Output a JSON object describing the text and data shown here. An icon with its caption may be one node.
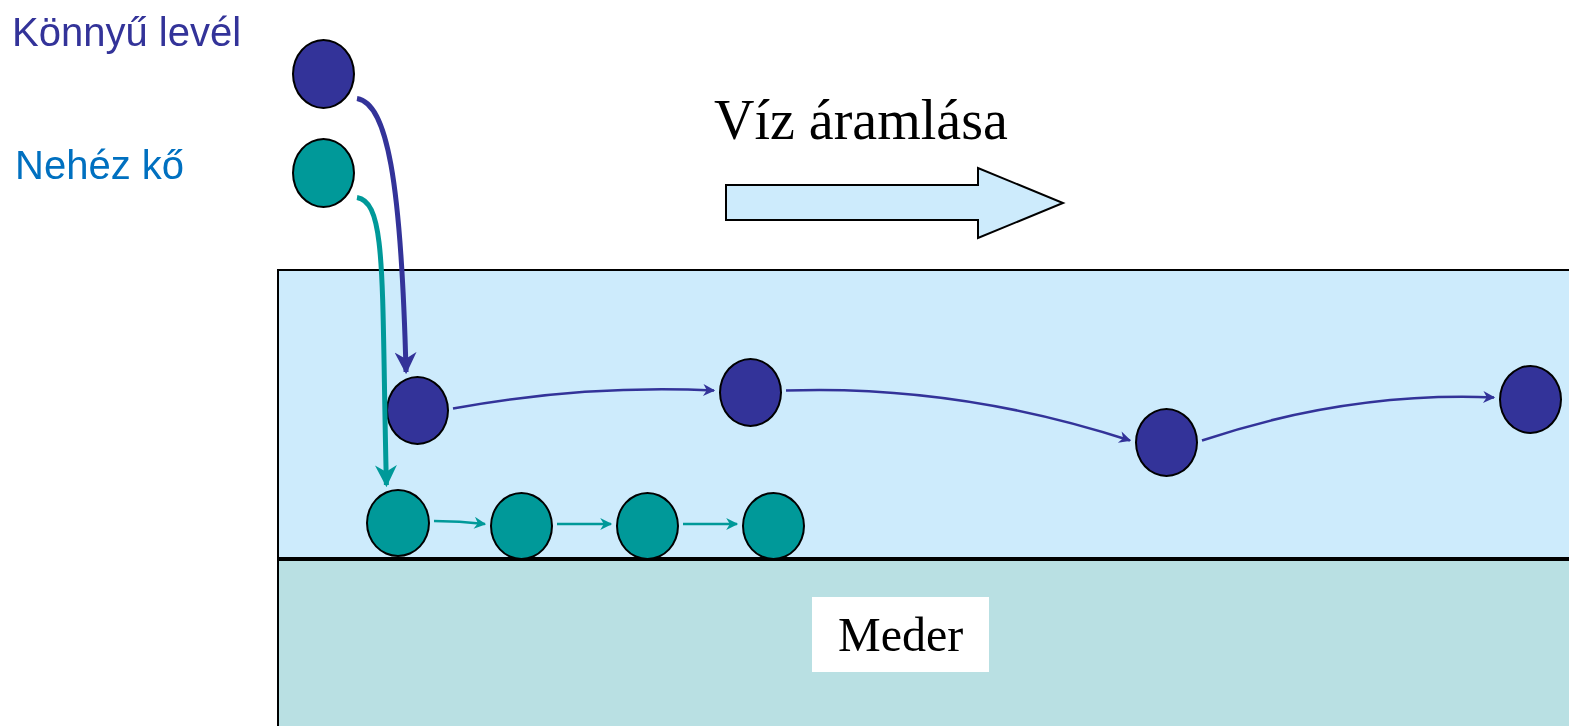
{
  "diagram": {
    "nodes": [
      {
        "text": [],
        "shape": "circle",
        "beside": [
          "Könnyű levél"
        ]
      },
      {
        "text": [],
        "shape": "circle",
        "beside": [
          "Nehéz kő"
        ]
      },
      {
        "text": [],
        "shape": "box"
      },
      {
        "text": [],
        "shape": "circle",
        "in": 2
      },
      {
        "text": [],
        "shape": "circle",
        "in": 2
      },
      {
        "text": [],
        "shape": "circle",
        "in": 2
      },
      {
        "text": [],
        "shape": "circle",
        "in": 2
      },
      {
        "text": [],
        "shape": "circle",
        "in": 2
      },
      {
        "text": [],
        "shape": "circle",
        "in": 2
      },
      {
        "text": [],
        "shape": "circle",
        "in": 2
      },
      {
        "text": [],
        "shape": "circle",
        "in": 2
      },
      {
        "text": [
          "Meder"
        ]
      }
    ],
    "edges": [
      {
        "from": 0,
        "to": 3,
        "arrow": "to",
        "style": "thick",
        "color": "#333399"
      },
      {
        "from": 3,
        "to": 4,
        "arrow": "to",
        "color": "#333399"
      },
      {
        "from": 4,
        "to": 5,
        "arrow": "to",
        "color": "#333399"
      },
      {
        "from": 5,
        "to": 6,
        "arrow": "to",
        "color": "#333399"
      },
      {
        "from": 1,
        "to": 7,
        "arrow": "to",
        "style": "thick",
        "color": "#009999"
      },
      {
        "from": 7,
        "to": 8,
        "arrow": "to",
        "color": "#009999"
      },
      {
        "from": 8,
        "to": 9,
        "arrow": "to",
        "color": "#009999"
      },
      {
        "from": 9,
        "to": 10,
        "arrow": "to",
        "color": "#009999"
      }
    ],
    "labels": [
      "Víz áramlása"
    ]
  }
}
